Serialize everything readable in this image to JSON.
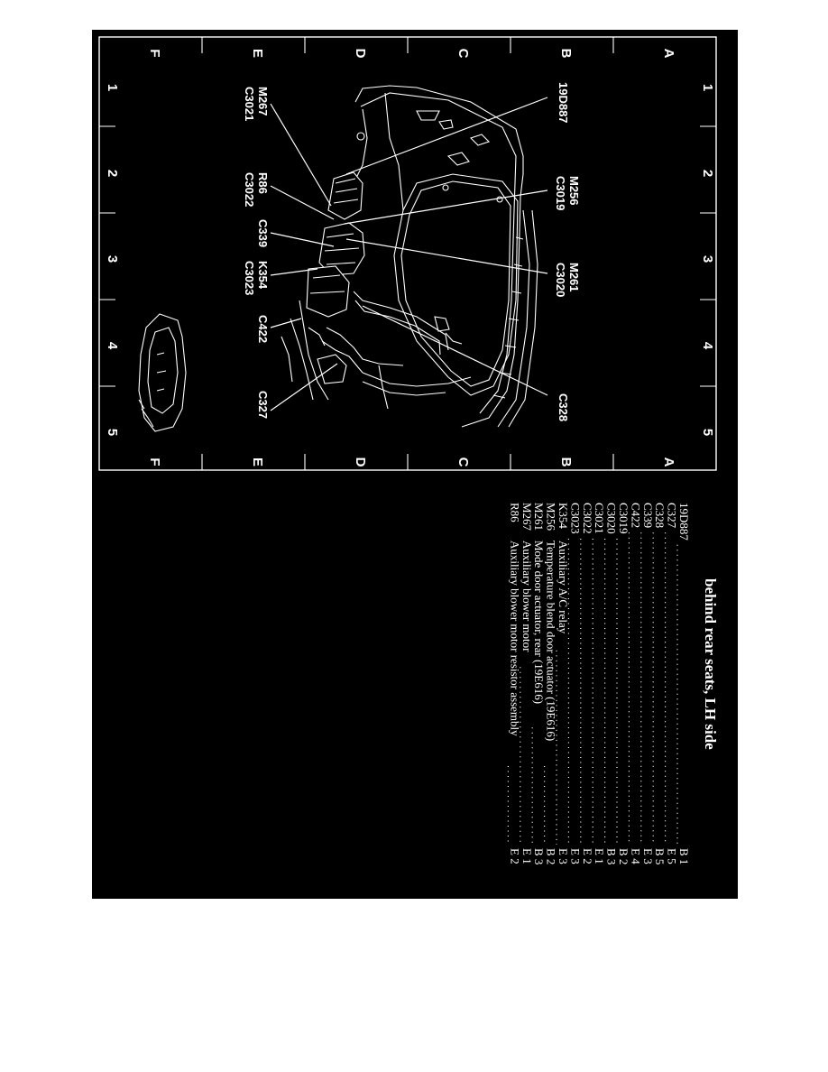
{
  "grid": {
    "rows": [
      "A",
      "B",
      "C",
      "D",
      "E",
      "F"
    ],
    "columns": [
      "1",
      "2",
      "3",
      "4",
      "5"
    ]
  },
  "callouts": [
    {
      "id": "c1",
      "label": "19D887"
    },
    {
      "id": "c2",
      "label": "M267"
    },
    {
      "id": "c3",
      "label": "C3021"
    },
    {
      "id": "c4",
      "label": "M256"
    },
    {
      "id": "c5",
      "label": "C3019"
    },
    {
      "id": "c6",
      "label": "R86"
    },
    {
      "id": "c7",
      "label": "C3022"
    },
    {
      "id": "c8",
      "label": "C339"
    },
    {
      "id": "c9",
      "label": "M261"
    },
    {
      "id": "c10",
      "label": "C3020"
    },
    {
      "id": "c11",
      "label": "K354"
    },
    {
      "id": "c12",
      "label": "C3023"
    },
    {
      "id": "c13",
      "label": "C422"
    },
    {
      "id": "c14",
      "label": "C327"
    },
    {
      "id": "c15",
      "label": "C328"
    }
  ],
  "legend": {
    "title": "behind rear seats, LH side",
    "items": [
      {
        "code": "19D887",
        "description": "",
        "location": "B 1"
      },
      {
        "code": "C327",
        "description": "",
        "location": "E 5"
      },
      {
        "code": "C328",
        "description": "",
        "location": "B 5"
      },
      {
        "code": "C339",
        "description": "",
        "location": "E 3"
      },
      {
        "code": "C422",
        "description": "",
        "location": "E 4"
      },
      {
        "code": "C3019",
        "description": "",
        "location": "B 2"
      },
      {
        "code": "C3020",
        "description": "",
        "location": "B 3"
      },
      {
        "code": "C3021",
        "description": "",
        "location": "E 1"
      },
      {
        "code": "C3022",
        "description": "",
        "location": "E 2"
      },
      {
        "code": "C3023",
        "description": "",
        "location": "E 3"
      },
      {
        "code": "K354",
        "description": "Auxiliary A/C relay",
        "location": "E 3"
      },
      {
        "code": "M256",
        "description": "Temperature blend door actuator (19E616)",
        "location": "B 2"
      },
      {
        "code": "M261",
        "description": "Mode door actuator, rear (19E616)",
        "location": "B 3"
      },
      {
        "code": "M267",
        "description": "Auxiliary blower motor",
        "location": "E 1"
      },
      {
        "code": "R86",
        "description": "Auxiliary blower motor resistor assembly",
        "location": "E 2"
      }
    ]
  }
}
